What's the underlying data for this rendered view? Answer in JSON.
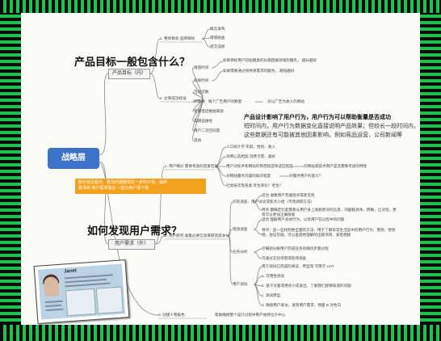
{
  "center": "战略层",
  "headings": {
    "q1": "产品目标一般包含什么？",
    "q2": "如何发现用户需求？"
  },
  "nodes": {
    "goal": "产品目标（内）",
    "need": "用户需求（外）"
  },
  "note": {
    "bold": "产品设计影响了用户行为，用户行为可以帮助衡量是否成功",
    "line1": "短时间内，用户行为数据变化直接说明产品效果；但较长一段时间内，",
    "line2": "这些数据还有可能被其他因素影响，例如竞品运营，公司新闻等"
  },
  "highlight": {
    "line1": "除分别过程外，要及时调整现在一步的计划，最终",
    "line2": "需求的 用户需求建议 + 能分用户需个数"
  },
  "photo": {
    "name": "Janet"
  },
  "goal_branch": {
    "b1": "1. 整体目标    品牌目标",
    "b1_leaves": [
      "概念发布",
      "增值收益",
      "提交成绩"
    ],
    "b2": "2. 达到成功标准",
    "b2_leaves": [
      "增值时间",
      "如果时间",
      "活动次数",
      "印象数 · 每个广告用户的数量",
      "客服电话数据来源",
      "车辆运维经",
      "用户二次回归量",
      "其他"
    ],
    "b2_notes": [
      "如果目标用户较短期类的长期回报领域的服务。 越长越好",
      "如果需要通过找供速需求的服务。 越短越好",
      "对以广告为收入的网站"
    ]
  },
  "need_branch": {
    "b1": "1. 用户细分    需要考虑的因素包括",
    "b1_leaves": [
      "人口统计学          年龄、性别、收入",
      "消费心态档案          消费习惯、喜好",
      "用户对技术和网站的熟悉程度和适应程度",
      "对网站服务内容的知识程度",
      "社会层次等各类          考生单比？考生？"
    ],
    "b1_notes": [
      "问网站或技术用户是还需要考虑的特性",
      "对服务用户的意义？"
    ],
    "b2": "2. 用户研究    收集必要信息来研究成本长",
    "b2_leaves": [
      "问卷调查、用户访谈或焦点小组（市场调研方法）",
      "现场调查",
      "任务分析",
      "用户测试"
    ],
    "b2_notes": [
      "适合 收集用户普遍观点或意见性",
      "特点 都确定比起需要从用户身上发掘更深的信息、问题越具体，明确，让对话，更有可以更加正确探索",
      "适合 理解用户具体行为，以及用户在过程中的问题",
      "特点：是一些找到更全面的方法、用于了解日常生活是中的用户行为、用到、觉悟感、佐证答疑。可以直观地理解的出题项目、紧密相接",
      "仔细剖分解用户完成任务的确切步骤过程",
      "可通过实验场景或现场调查",
      "用于测试已完成的阅读、原型等 可用于 UAT",
      "a. 可用性测试",
      "b. 基于对着或用点小成发出，了解我们想要知道的问题",
      "c. 测试原型",
      "d. 确保用户采访，发现用户需求、侧面 B 对性向"
    ],
    "b3": "3. 创建人物角色",
    "b3_note": "帮助确保整个设计过程中用户始终位于中心"
  }
}
